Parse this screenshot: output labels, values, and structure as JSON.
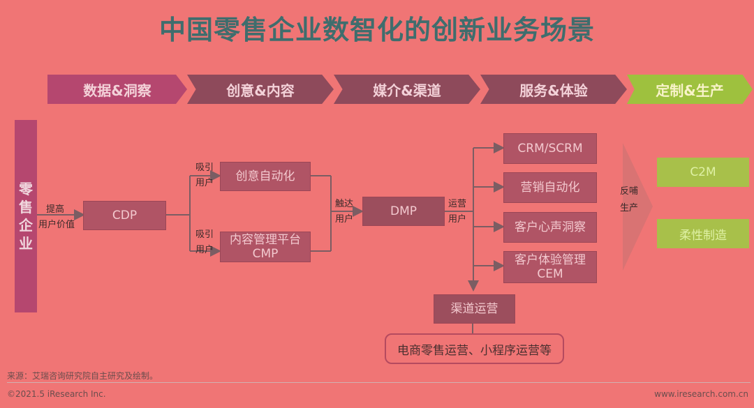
{
  "title": "中国零售企业数智化的创新业务场景",
  "stages": [
    "数据&洞察",
    "创意&内容",
    "媒介&渠道",
    "服务&体验",
    "定制&生产"
  ],
  "side_label": [
    "零",
    "售",
    "企",
    "业"
  ],
  "labels": {
    "cdp_left_1": "提高",
    "cdp_left_2": "用户价值",
    "attract_top_1": "吸引",
    "attract_top_2": "用户",
    "attract_bottom_1": "吸引",
    "attract_bottom_2": "用户",
    "reach_1": "触达",
    "reach_2": "用户",
    "operate_1": "运营",
    "operate_2": "用户",
    "feedback_1": "反哺",
    "feedback_2": "生产"
  },
  "boxes": {
    "cdp": "CDP",
    "creative_automation": "创意自动化",
    "cmp_1": "内容管理平台",
    "cmp_2": "CMP",
    "dmp": "DMP",
    "crm": "CRM/SCRM",
    "marketing_automation": "营销自动化",
    "customer_voice": "客户心声洞察",
    "cem_1": "客户体验管理",
    "cem_2": "CEM",
    "channel_ops": "渠道运营",
    "ecom": "电商零售运营、小程序运营等",
    "c2m": "C2M",
    "flex_mfg": "柔性制造"
  },
  "footer": {
    "source": "来源：艾瑞咨询研究院自主研究及绘制。",
    "copyright": "©2021.5 iResearch Inc.",
    "site": "www.iresearch.com.cn"
  }
}
